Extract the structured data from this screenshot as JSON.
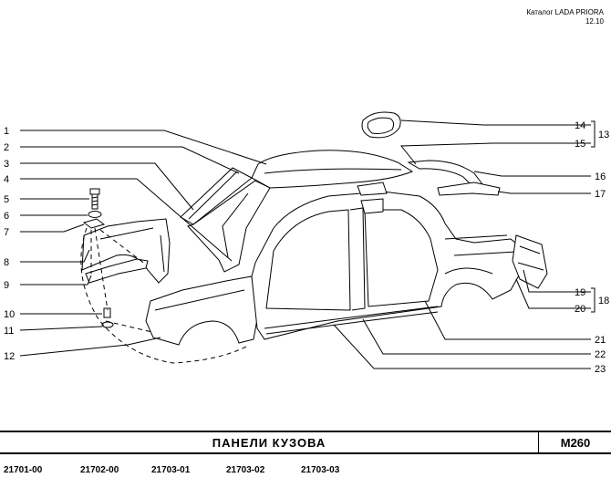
{
  "header": {
    "catalog": "Каталог  LADA  PRIORA",
    "version": "12.10"
  },
  "callouts": {
    "c1": "1",
    "c2": "2",
    "c3": "3",
    "c4": "4",
    "c5": "5",
    "c6": "6",
    "c7": "7",
    "c8": "8",
    "c9": "9",
    "c10": "10",
    "c11": "11",
    "c12": "12",
    "c13": "13",
    "c14": "14",
    "c15": "15",
    "c16": "16",
    "c17": "17",
    "c18": "18",
    "c19": "19",
    "c20": "20",
    "c21": "21",
    "c22": "22",
    "c23": "23"
  },
  "title_bar": {
    "title": "ПАНЕЛИ   КУЗОВА",
    "code": "M260"
  },
  "models": [
    "21701-00",
    "21702-00",
    "21703-01",
    "21703-02",
    "21703-03"
  ],
  "colors": {
    "ink": "#000000",
    "paper": "#ffffff"
  }
}
